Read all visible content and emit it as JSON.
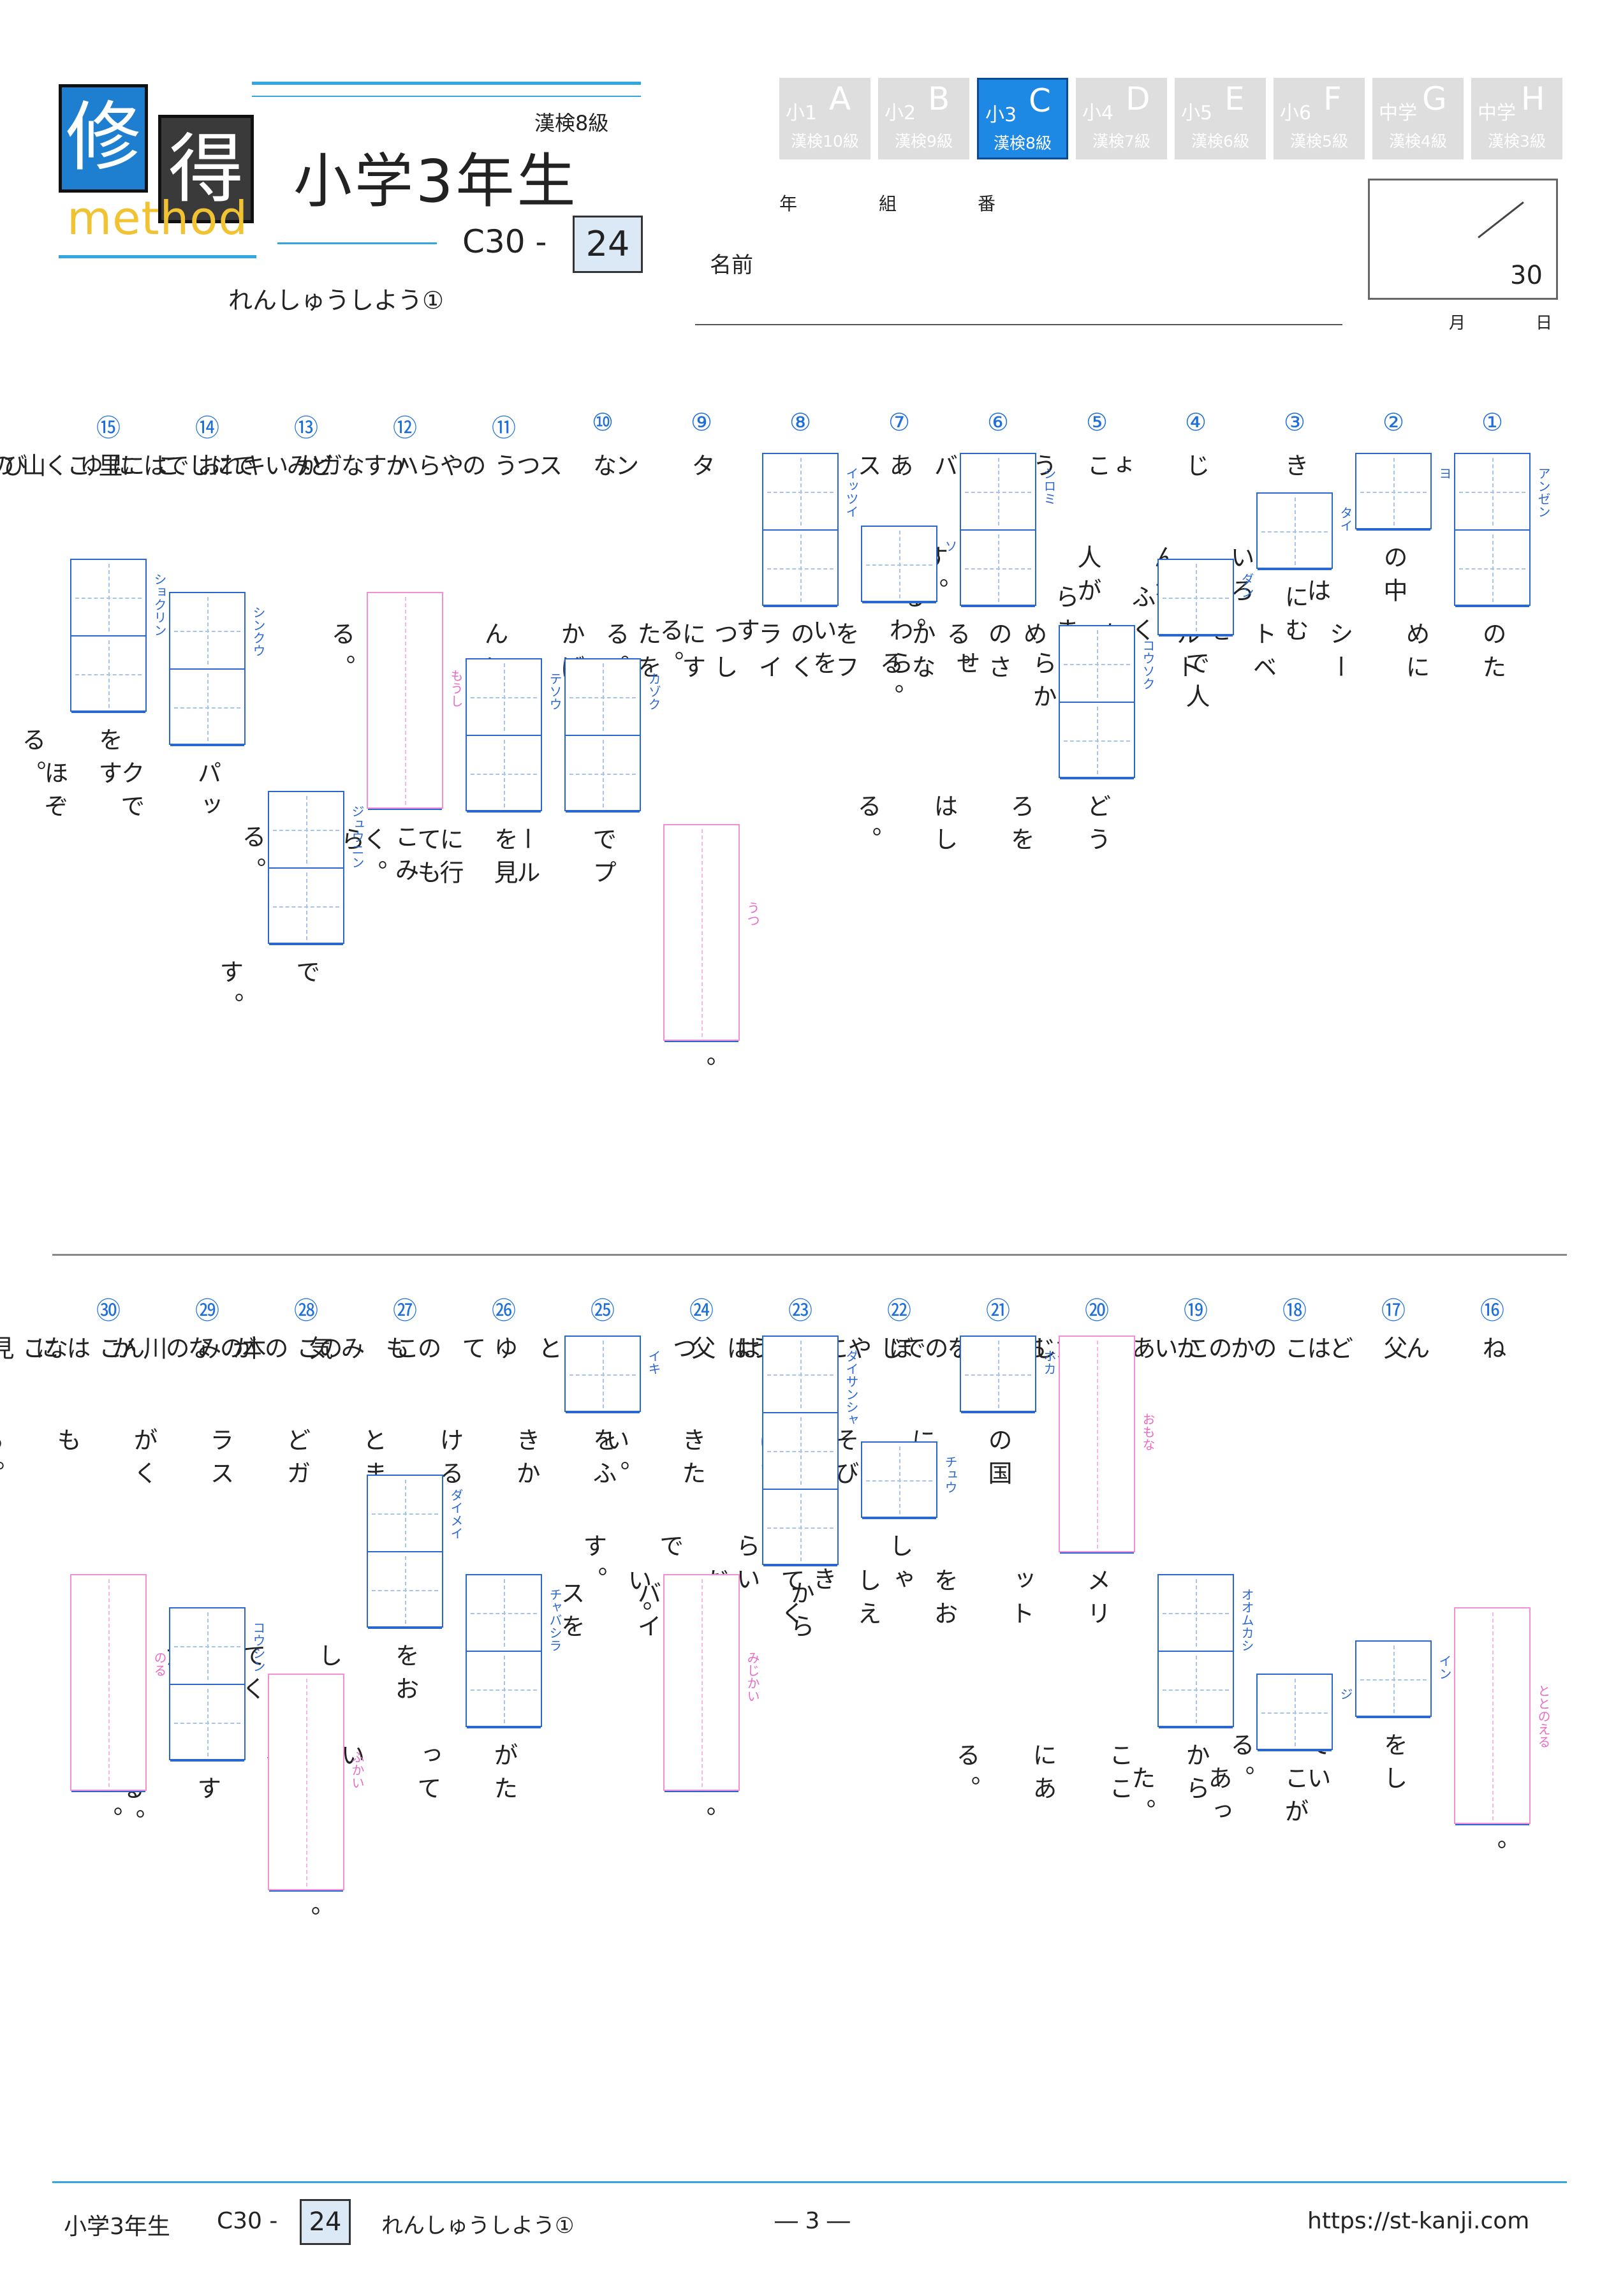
{
  "header": {
    "logo_char1": "修",
    "logo_char2": "得",
    "logo_method": "method",
    "grade_title": "小学3年生",
    "kanken": "漢検8級",
    "series_code": "C30 -",
    "page_number": "24",
    "lesson_title": "れんしゅうしよう①"
  },
  "tabs": [
    {
      "top_left": "小1",
      "letter": "A",
      "kanken": "漢検10級",
      "active": false
    },
    {
      "top_left": "小2",
      "letter": "B",
      "kanken": "漢検9級",
      "active": false
    },
    {
      "top_left": "小3",
      "letter": "C",
      "kanken": "漢検8級",
      "active": true
    },
    {
      "top_left": "小4",
      "letter": "D",
      "kanken": "漢検7級",
      "active": false
    },
    {
      "top_left": "小5",
      "letter": "E",
      "kanken": "漢検6級",
      "active": false
    },
    {
      "top_left": "小6",
      "letter": "F",
      "kanken": "漢検5級",
      "active": false
    },
    {
      "top_left": "中学",
      "letter": "G",
      "kanken": "漢検4級",
      "active": false
    },
    {
      "top_left": "中学",
      "letter": "H",
      "kanken": "漢検3級",
      "active": false
    }
  ],
  "meta": {
    "year": "年",
    "class": "組",
    "number": "番",
    "name": "名前",
    "month": "月",
    "day": "日",
    "score_total": "30"
  },
  "questions": [
    {
      "num": "①",
      "parts": [
        {
          "t": "box",
          "n": 2,
          "ruby": "アンゼン"
        },
        {
          "t": "text",
          "v": "のためにシートベルトをしめる。"
        }
      ]
    },
    {
      "num": "②",
      "parts": [
        {
          "t": "box",
          "n": 1,
          "ruby": "ヨ"
        },
        {
          "t": "text",
          "v": "の中にはいろんな人がいます。"
        }
      ]
    },
    {
      "num": "③",
      "parts": [
        {
          "t": "text",
          "v": "き"
        },
        {
          "t": "box",
          "n": 1,
          "ruby": "タイ"
        },
        {
          "t": "text",
          "v": "にむねをふくらませる。"
        }
      ]
    },
    {
      "num": "④",
      "parts": [
        {
          "t": "text",
          "v": "じょう"
        },
        {
          "t": "box",
          "n": 1,
          "ruby": "ダン"
        },
        {
          "t": "text",
          "v": "で人をわらかせる。"
        }
      ]
    },
    {
      "num": "⑤",
      "parts": [
        {
          "t": "text",
          "v": "このバスは"
        },
        {
          "t": "box",
          "n": 2,
          "ruby": "コウソク"
        },
        {
          "t": "text",
          "v": "どうろをはしる。"
        }
      ]
    },
    {
      "num": "⑥",
      "parts": [
        {
          "t": "box",
          "n": 2,
          "ruby": "シロミ"
        },
        {
          "t": "text",
          "v": "のさかなをフライにする。"
        }
      ]
    },
    {
      "num": "⑦",
      "parts": [
        {
          "t": "text",
          "v": "あい"
        },
        {
          "t": "box",
          "n": 1,
          "ruby": "ソ"
        },
        {
          "t": "text",
          "v": "わらいをする。"
        }
      ]
    },
    {
      "num": "⑧",
      "parts": [
        {
          "t": "box",
          "n": 2,
          "ruby": "イッツイ"
        },
        {
          "t": "text",
          "v": "のくつしたをかばんに入れる。"
        }
      ]
    },
    {
      "num": "⑨",
      "parts": [
        {
          "t": "text",
          "v": "タンスのかどでこゆびを"
        },
        {
          "t": "pbox",
          "ruby": "うつ"
        },
        {
          "t": "text",
          "v": "。"
        }
      ]
    },
    {
      "num": "⑩",
      "parts": [
        {
          "t": "text",
          "v": "なつやすみに"
        },
        {
          "t": "box",
          "n": 2,
          "ruby": "カゾク"
        },
        {
          "t": "text",
          "v": "でプールに行く。"
        }
      ]
    },
    {
      "num": "⑪",
      "parts": [
        {
          "t": "text",
          "v": "うらないしに"
        },
        {
          "t": "box",
          "n": 2,
          "ruby": "テソウ"
        },
        {
          "t": "text",
          "v": "を見てもらう。"
        }
      ]
    },
    {
      "num": "⑫",
      "parts": [
        {
          "t": "text",
          "v": "ハガキで"
        },
        {
          "t": "pbox",
          "ruby": "もうし"
        },
        {
          "t": "text",
          "v": "こみをする。"
        }
      ]
    },
    {
      "num": "⑬",
      "parts": [
        {
          "t": "text",
          "v": "かれはこのアパートの"
        },
        {
          "t": "box",
          "n": 2,
          "ruby": "ジュウニン"
        },
        {
          "t": "text",
          "v": "です。"
        }
      ]
    },
    {
      "num": "⑭",
      "parts": [
        {
          "t": "text",
          "v": "おにくを"
        },
        {
          "t": "box",
          "n": 2,
          "ruby": "シンクウ"
        },
        {
          "t": "text",
          "v": "パックでほぞんする。"
        }
      ]
    },
    {
      "num": "⑮",
      "parts": [
        {
          "t": "text",
          "v": "里山で"
        },
        {
          "t": "box",
          "n": 2,
          "ruby": "ショクリン"
        },
        {
          "t": "text",
          "v": "をする。"
        }
      ]
    },
    {
      "num": "⑯",
      "parts": [
        {
          "t": "text",
          "v": "ねんどのかたちを"
        },
        {
          "t": "pbox",
          "ruby": "ととのえる"
        },
        {
          "t": "text",
          "v": "。"
        }
      ]
    },
    {
      "num": "⑰",
      "parts": [
        {
          "t": "text",
          "v": "父はかいしゃのやく"
        },
        {
          "t": "box",
          "n": 1,
          "ruby": "イン"
        },
        {
          "t": "text",
          "v": "をしている。"
        }
      ]
    },
    {
      "num": "⑱",
      "parts": [
        {
          "t": "text",
          "v": "このあたりでこうつう"
        },
        {
          "t": "box",
          "n": 1,
          "ruby": "ジ"
        },
        {
          "t": "text",
          "v": "こがあった。"
        }
      ]
    },
    {
      "num": "⑲",
      "parts": [
        {
          "t": "text",
          "v": "このじんじゃは"
        },
        {
          "t": "box",
          "n": 2,
          "ruby": "オオムカシ"
        },
        {
          "t": "text",
          "v": "からここにある。"
        }
      ]
    },
    {
      "num": "⑳",
      "parts": [
        {
          "t": "pbox",
          "ruby": "おもな"
        },
        {
          "t": "text",
          "v": "メリットをおしえてください。"
        }
      ]
    },
    {
      "num": "㉑",
      "parts": [
        {
          "t": "box",
          "n": 1,
          "ruby": "ホカ"
        },
        {
          "t": "text",
          "v": "の国にあそびにいきたい。"
        }
      ]
    },
    {
      "num": "㉒",
      "parts": [
        {
          "t": "text",
          "v": "ぼくは"
        },
        {
          "t": "box",
          "n": 1,
          "ruby": "チュウ"
        },
        {
          "t": "text",
          "v": "しゃがきらいです。"
        }
      ]
    },
    {
      "num": "㉓",
      "parts": [
        {
          "t": "box",
          "n": 3,
          "ruby": "ダイサンシャ"
        },
        {
          "t": "text",
          "v": "からアドバイスをもらう。"
        }
      ]
    },
    {
      "num": "㉔",
      "parts": [
        {
          "t": "text",
          "v": "父はとても気が"
        },
        {
          "t": "pbox",
          "ruby": "みじかい"
        },
        {
          "t": "text",
          "v": "。"
        }
      ]
    },
    {
      "num": "㉕",
      "parts": [
        {
          "t": "box",
          "n": 1,
          "ruby": "イキ"
        },
        {
          "t": "text",
          "v": "をふきかけるとまどガラスがくもる。"
        }
      ]
    },
    {
      "num": "㉖",
      "parts": [
        {
          "t": "text",
          "v": "ゆのみのなかに"
        },
        {
          "t": "box",
          "n": 2,
          "ruby": "チャバシラ"
        },
        {
          "t": "text",
          "v": "がたっている。"
        }
      ]
    },
    {
      "num": "㉗",
      "parts": [
        {
          "t": "text",
          "v": "この本の"
        },
        {
          "t": "box",
          "n": 2,
          "ruby": "ダイメイ"
        },
        {
          "t": "text",
          "v": "をおしえてください。"
        }
      ]
    },
    {
      "num": "㉘",
      "parts": [
        {
          "t": "text",
          "v": "この川は見た目よりも"
        },
        {
          "t": "pbox",
          "ruby": "ふかい"
        },
        {
          "t": "text",
          "v": "。"
        }
      ]
    },
    {
      "num": "㉙",
      "parts": [
        {
          "t": "text",
          "v": "みんなでならんで"
        },
        {
          "t": "box",
          "n": 2,
          "ruby": "コウシン"
        },
        {
          "t": "text",
          "v": "する。"
        }
      ]
    },
    {
      "num": "㉚",
      "parts": [
        {
          "t": "text",
          "v": "ここからバスに"
        },
        {
          "t": "pbox",
          "ruby": "のる"
        },
        {
          "t": "text",
          "v": "。"
        }
      ]
    }
  ],
  "footer": {
    "grade": "小学3年生",
    "code": "C30 -",
    "page_number": "24",
    "lesson": "れんしゅうしよう①",
    "page": "― 3 ―",
    "url": "https://st-kanji.com"
  }
}
